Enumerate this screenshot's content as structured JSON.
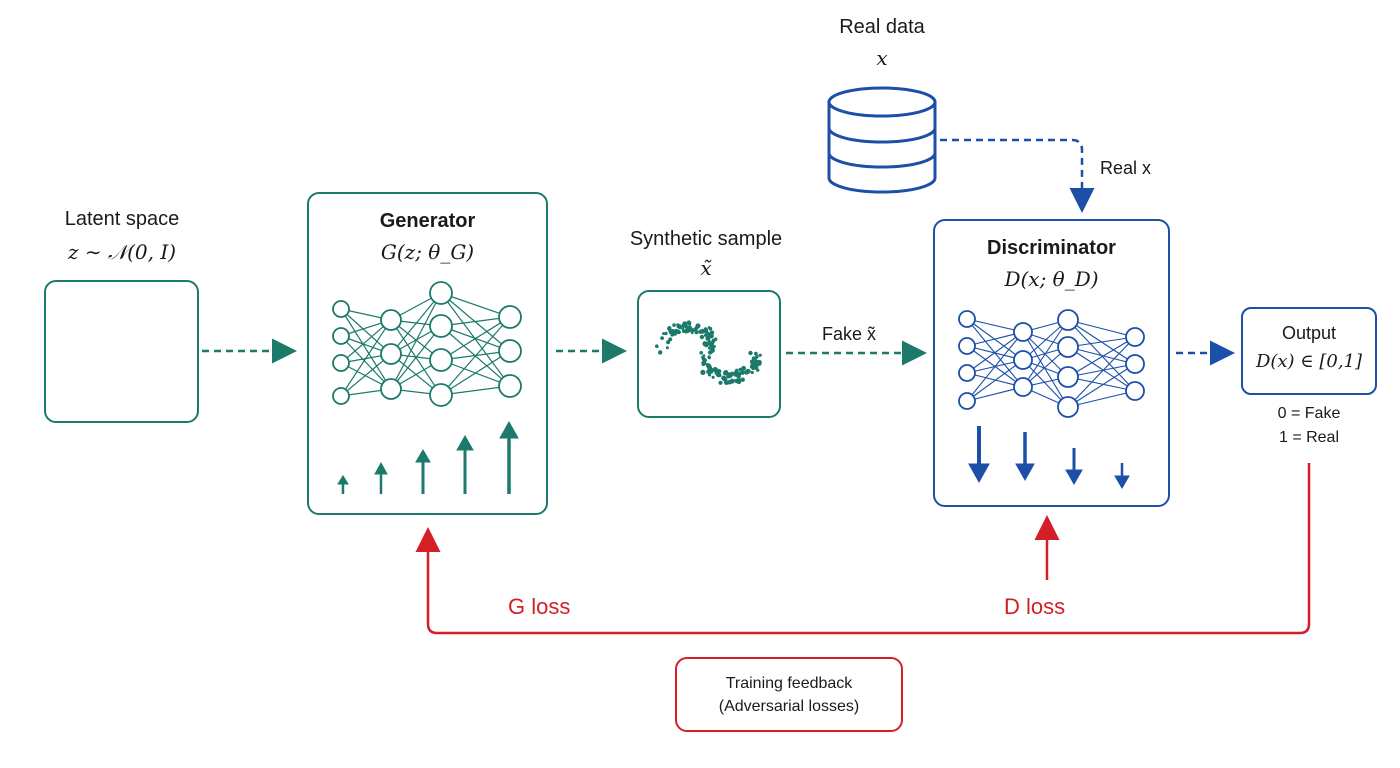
{
  "real_data": {
    "title": "Real data",
    "symbol": "x",
    "edge_label": "Real x"
  },
  "latent": {
    "title": "Latent space",
    "formula": "z ∼ 𝒩(0, I)"
  },
  "generator": {
    "title": "Generator",
    "formula": "G(z; θ_G)"
  },
  "synthetic": {
    "title": "Synthetic sample",
    "symbol": "x̃"
  },
  "fake_edge": {
    "label": "Fake x̃"
  },
  "discriminator": {
    "title": "Discriminator",
    "formula": "D(x; θ_D)"
  },
  "output": {
    "title": "Output",
    "formula": "D(x) ∈ [0,1]",
    "fake": "0 = Fake",
    "real": "1 = Real"
  },
  "losses": {
    "g": "G loss",
    "d": "D loss"
  },
  "feedback": {
    "line1": "Training feedback",
    "line2": "(Adversarial losses)"
  },
  "colors": {
    "teal": "#1b7a6a",
    "blue": "#1b4fa8",
    "red": "#d41f26"
  }
}
